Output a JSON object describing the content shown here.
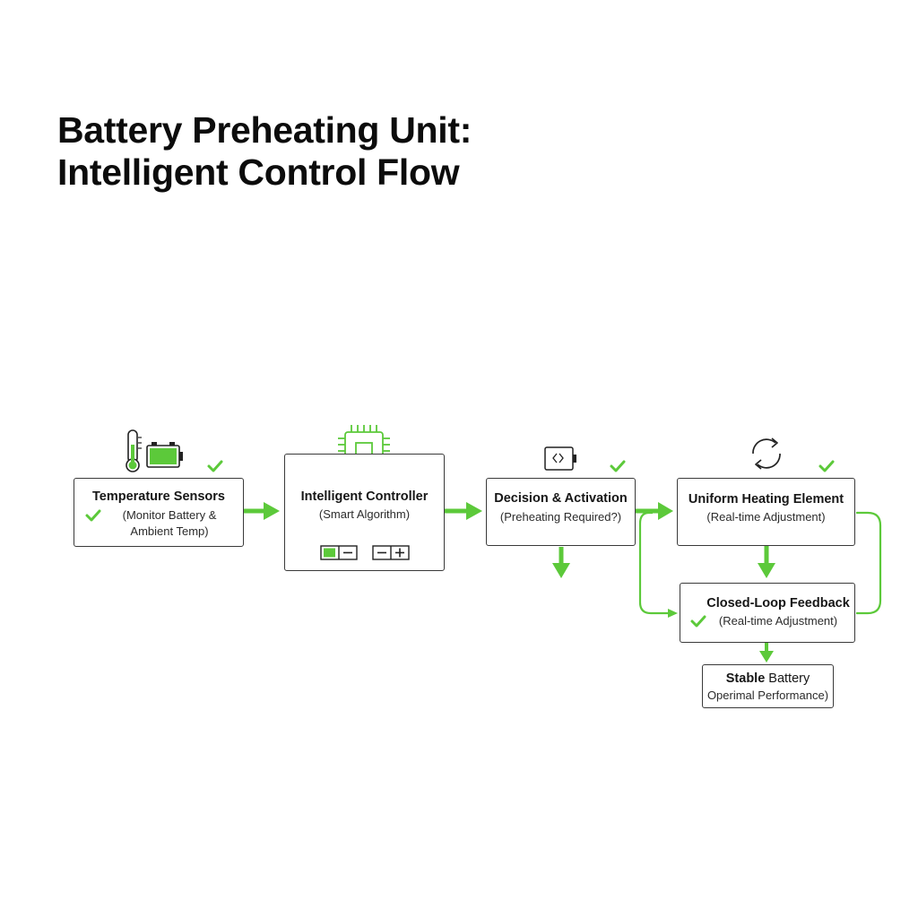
{
  "title": {
    "line1": "Battery Preheating Unit:",
    "line2": "Intelligent Control Flow"
  },
  "nodes": {
    "sensors": {
      "title": "Temperature Sensors",
      "sub1": "(Monitor Battery &",
      "sub2": "Ambient Temp)"
    },
    "controller": {
      "title": "Intelligent Controller",
      "sub": "(Smart Algorithm)"
    },
    "decision": {
      "title": "Decision & Activation",
      "sub": "(Preheating Required?)"
    },
    "heating": {
      "title": "Uniform Heating Element",
      "sub": "(Real-time Adjustment)"
    },
    "feedback": {
      "title": "Closed-Loop Feedback",
      "sub": "(Real-time Adjustment)"
    },
    "stable": {
      "title_bold": "Stable",
      "title_rest": " Battery",
      "sub": "Operimal Performance)"
    }
  },
  "icons": {
    "sensors": [
      "thermometer-icon",
      "battery-icon"
    ],
    "controller": [
      "chip-icon"
    ],
    "decision": [
      "battery-switch-icon"
    ],
    "heating": [
      "refresh-icon"
    ],
    "controls": [
      "toggle-icon",
      "minus-plus-icon"
    ],
    "status": "check-icon"
  },
  "colors": {
    "accent": "#5cc93a",
    "border": "#3a3a3a",
    "text": "#111111"
  }
}
